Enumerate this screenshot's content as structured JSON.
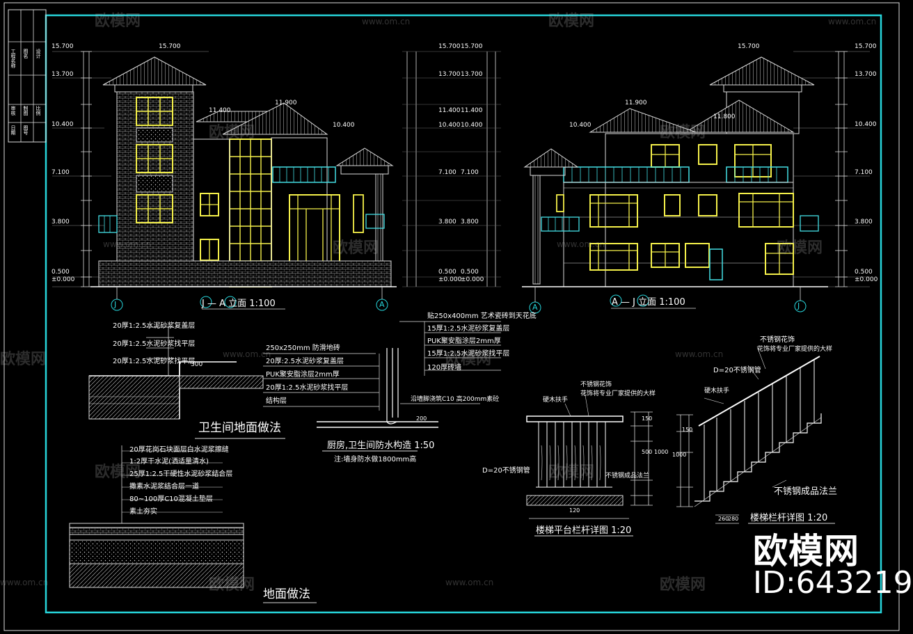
{
  "elevation_left": {
    "title": "J — A 立面 1:100",
    "axis_start": "J",
    "axis_end": "A",
    "levels_left": [
      "15.700",
      "13.700",
      "10.400",
      "7.100",
      "3.800",
      "0.500",
      "±0.000"
    ],
    "levels_right": [
      "15.700",
      "13.700",
      "11.400",
      "10.400",
      "7.100",
      "3.800",
      "0.500",
      "±0.000"
    ],
    "roof_levels": [
      "15.700",
      "11.900",
      "11.400",
      "10.400"
    ]
  },
  "elevation_right": {
    "title": "A — J 立面 1:100",
    "axis_start": "A",
    "axis_end": "J",
    "levels_left": [
      "15.700",
      "13.700",
      "11.400",
      "10.400",
      "7.100",
      "3.800",
      "0.500",
      "±0.000"
    ],
    "levels_right": [
      "15.700",
      "13.700",
      "10.400",
      "7.100",
      "3.800",
      "0.500",
      "±0.000"
    ],
    "roof_levels": [
      "15.700",
      "11.900",
      "11.800",
      "10.400"
    ]
  },
  "bathroom_floor": {
    "title": "卫生间地面做法",
    "layers": [
      "20厚1:2.5水泥砂浆复盖层",
      "20厚1:2.5水泥砂浆找平层",
      "20厚1:2.5水泥砂浆找平层"
    ],
    "dim": "300"
  },
  "waterproof": {
    "title": "厨房,卫生间防水构造 1:50",
    "subtitle": "注:墙身防水做1800mm高",
    "floor_layers": [
      "250x250mm 防滑地砖",
      "20厚:2.5水泥砂浆复盖层",
      "PUK聚安脂涂层2mm厚",
      "20厚1:2.5水泥砂浆找平层",
      "结构层"
    ],
    "wall_layers": [
      "贴250x400mm 艺术瓷砖到天花底",
      "15厚1:2.5水泥砂浆复盖层",
      "PUK聚安脂涂层2mm厚",
      "15厚1:2.5水泥砂浆找平层",
      "120厚砖墙"
    ],
    "note": "沿墙脚浇筑C10 高200mm素砼",
    "dim": "200"
  },
  "ground_floor": {
    "title": "地面做法",
    "layers": [
      "20厚花岗石块面层白水泥浆擦缝",
      "1:2厚干水泥(洒适量清水)",
      "25厚1:2.5干硬性水泥砂浆结合层",
      "撒素水泥浆结合层一道",
      "80~100厚C10混凝土垫层",
      "素土夯实"
    ]
  },
  "stair_platform": {
    "title": "楼梯平台栏杆详图 1:20",
    "labels": [
      "硬木扶手",
      "不锈钢花饰",
      "花饰将专业厂家提供的大样",
      "D=20不锈钢管",
      "不锈钢成品法兰"
    ],
    "dims": [
      "120",
      "500",
      "1000",
      "150"
    ]
  },
  "stair_rail": {
    "title": "楼梯栏杆详图 1:20",
    "labels": [
      "不锈钢花饰",
      "花饰将专业厂家提供的大样",
      "D=20不锈钢管",
      "硬木扶手",
      "不锈钢成品法兰"
    ],
    "dims": [
      "260",
      "280",
      "1000",
      "150"
    ]
  },
  "titleblock": {
    "cells": [
      "工程名称",
      "图名",
      "设计",
      "审核",
      "制图",
      "比例",
      "日期",
      "图号"
    ]
  },
  "watermarks": {
    "logo_text": "欧模网",
    "url": "www.om.cn"
  },
  "brand": {
    "name": "欧模网",
    "id": "ID:643219"
  },
  "colors": {
    "frame": "#27d6dc",
    "window": "#f5f14a",
    "line": "#ffffff",
    "accent": "#44e0e6",
    "background": "#000000"
  }
}
